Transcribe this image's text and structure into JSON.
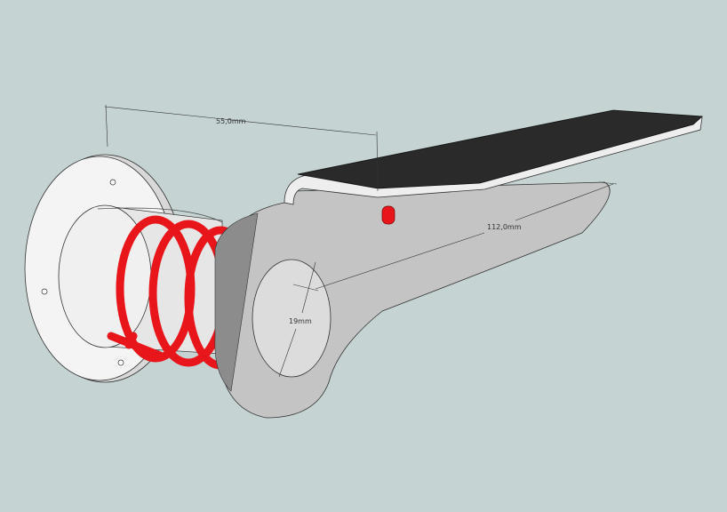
{
  "dimensions": {
    "flange_to_pin": "55,0mm",
    "arm_length": "112,0mm",
    "bore_diameter": "19mm"
  },
  "colors": {
    "background": "#c5d3d3",
    "spring": "#e8161a",
    "arm": "#c4c4c4",
    "plate": "#2a2a2a",
    "flange": "#f2f2f2"
  }
}
